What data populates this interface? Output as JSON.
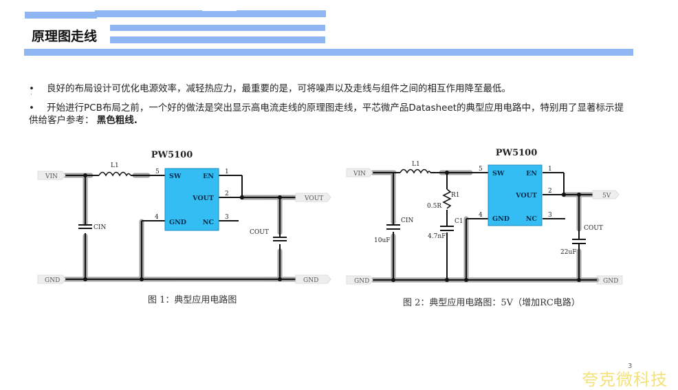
{
  "slide": {
    "title": "原理图走线",
    "page_number": "3",
    "watermark": "夸克微科技",
    "accent_bar_color": "#8fb6f2"
  },
  "bullets": [
    {
      "marker": "•",
      "text": "良好的布局设计可优化电源效率，减轻热应力，最重要的是，可将噪声以及走线与组件之间的相互作用降至最低。"
    },
    {
      "marker": "•",
      "text": "开始进行PCB布局之前，一个好的做法是突出显示高电流走线的原理图走线，平芯微产品Datasheet的典型应用电路中，特别用了显著标示提供给客户参考：",
      "emphasis": "黑色粗线."
    }
  ],
  "figures": [
    {
      "chip_name": "PW5100",
      "caption": "图 1：典型应用电路图",
      "chip_color": "#33bdf2",
      "pins": {
        "sw": {
          "num": "5",
          "label": "SW"
        },
        "en": {
          "num": "1",
          "label": "EN"
        },
        "vout": {
          "num": "2",
          "label": "VOUT"
        },
        "gnd": {
          "num": "4",
          "label": "GND"
        },
        "nc": {
          "num": "3",
          "label": "NC"
        }
      },
      "ports": {
        "vin": "VIN",
        "vout": "VOUT",
        "gnd_left": "GND",
        "gnd_right": "GND"
      },
      "components": {
        "inductor": "L1",
        "cin": "CIN",
        "cout": "COUT"
      }
    },
    {
      "chip_name": "PW5100",
      "caption": "图 2：典型应用电路图：5V（增加RC电路）",
      "chip_color": "#33bdf2",
      "pins": {
        "sw": {
          "num": "5",
          "label": "SW"
        },
        "en": {
          "num": "1",
          "label": "EN"
        },
        "vout": {
          "num": "2",
          "label": "VOUT"
        },
        "gnd": {
          "num": "4",
          "label": "GND"
        },
        "nc": {
          "num": "3",
          "label": "NC"
        }
      },
      "ports": {
        "vin": "VIN",
        "vout": "5V",
        "gnd_left": "GND",
        "gnd_right": "GND"
      },
      "components": {
        "inductor": "L1",
        "resistor": "R1",
        "resistor_value": "0.5R",
        "c1": "C1",
        "c1_value": "4.7nF",
        "cin": "CIN",
        "cin_value": "10uF",
        "cout": "COUT",
        "cout_value": "22uF"
      }
    }
  ]
}
